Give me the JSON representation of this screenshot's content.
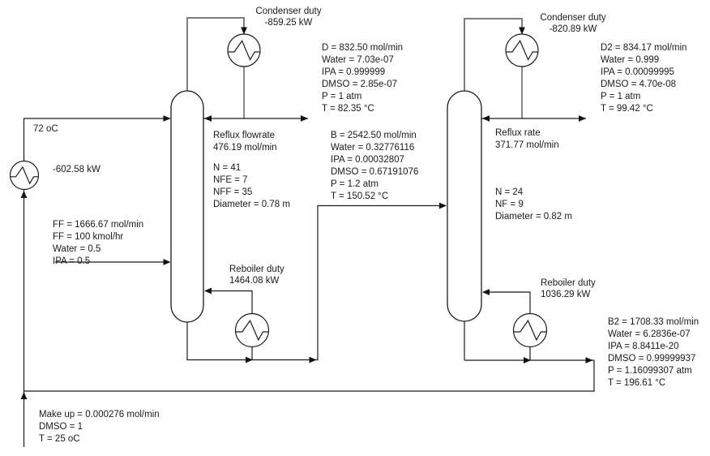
{
  "colors": {
    "background": "#ffffff",
    "line": "#1a1a1a",
    "connector_gray": "#7d7d7d",
    "text": "#1a1a1a"
  },
  "recycle_cooler": {
    "outlet_temperature": "72 oC",
    "duty": "-602.58 kW"
  },
  "fresh_feed": {
    "lines": [
      "FF = 1666.67 mol/min",
      "FF = 100 kmol/hr",
      "Water = 0.5",
      "IPA = 0.5"
    ]
  },
  "makeup_stream": {
    "lines": [
      "Make up = 0.000276 mol/min",
      "DMSO = 1",
      "T = 25 oC"
    ]
  },
  "column1": {
    "condenser_label": {
      "title": "Condenser duty",
      "value": "-859.25 kW"
    },
    "reflux_label": {
      "title": "Reflux flowrate",
      "value": "476.19 mol/min"
    },
    "specs": [
      "N = 41",
      "NFE = 7",
      "NFF = 35",
      "Diameter = 0.78 m"
    ],
    "reboiler_label": {
      "title": "Reboiler duty",
      "value": "1464.08 kW"
    },
    "distillate": [
      "D = 832.50 mol/min",
      "Water = 7.03e-07",
      "IPA = 0.999999",
      "DMSO = 2.85e-07",
      "P = 1 atm",
      "T = 82.35 °C"
    ],
    "bottoms": [
      "B = 2542.50 mol/min",
      "Water = 0.32776116",
      "IPA = 0.00032807",
      "DMSO = 0.67191076",
      "P = 1.2 atm",
      "T = 150.52 °C"
    ]
  },
  "column2": {
    "condenser_label": {
      "title": "Condenser duty",
      "value": "-820.89 kW"
    },
    "reflux_label": {
      "title": "Reflux rate",
      "value": "371.77 mol/min"
    },
    "specs": [
      "N = 24",
      "NF = 9",
      "Diameter = 0.82 m"
    ],
    "reboiler_label": {
      "title": "Reboiler duty",
      "value": "1036.29 kW"
    },
    "distillate": [
      "D2 = 834.17 mol/min",
      "Water = 0.999",
      "IPA = 0.00099995",
      "DMSO = 4.70e-08",
      "P = 1 atm",
      "T = 99.42 °C"
    ],
    "bottoms": [
      "B2 = 1708.33 mol/min",
      "Water = 6.2836e-07",
      "IPA = 8.8411e-20",
      "DMSO = 0.99999937",
      "P = 1.16099307 atm",
      "T = 196.61 °C"
    ]
  }
}
